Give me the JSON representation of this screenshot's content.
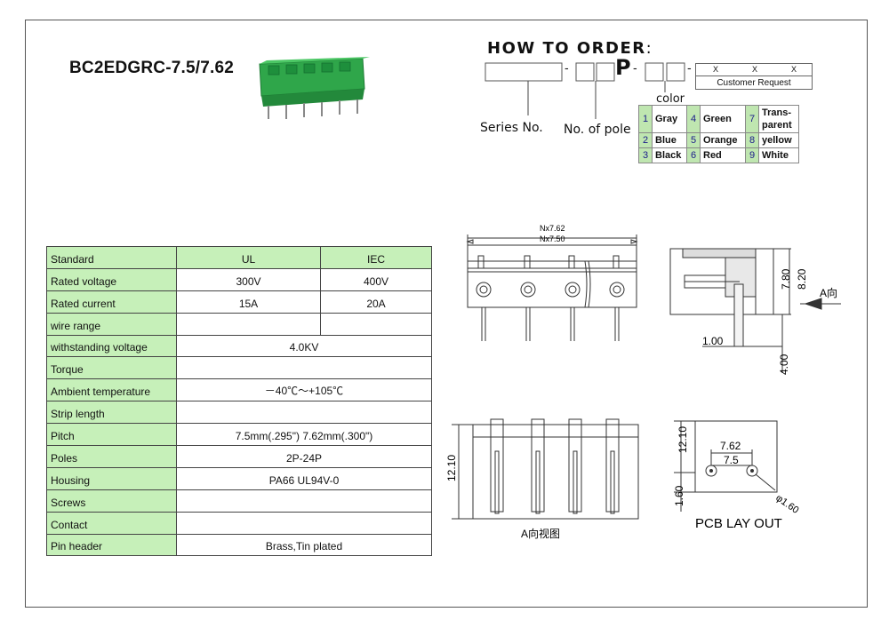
{
  "title": "BC2EDGRC-7.5/7.62",
  "how_to_order": {
    "heading": "HOW TO ORDER",
    "colon": ":",
    "p_letter": "P",
    "dash": "-",
    "series_label": "Series No.",
    "pole_label": "No. of pole",
    "color_label": "color",
    "customer_x": [
      "X",
      "X",
      "X"
    ],
    "customer_request": "Customer Request",
    "colors": [
      {
        "n1": "1",
        "c1": "Gray",
        "n2": "4",
        "c2": "Green",
        "n3": "7",
        "c3a": "Trans-",
        "c3b": "parent"
      },
      {
        "n1": "2",
        "c1": "Blue",
        "n2": "5",
        "c2": "Orange",
        "n3": "8",
        "c3": "yellow"
      },
      {
        "n1": "3",
        "c1": "Black",
        "n2": "6",
        "c2": "Red",
        "n3": "9",
        "c3": "White"
      }
    ]
  },
  "spec": {
    "rows": [
      {
        "key": "Standard",
        "ul": "UL",
        "iec": "IEC"
      },
      {
        "key": "Rated voltage",
        "ul": "300V",
        "iec": "400V"
      },
      {
        "key": "Rated current",
        "ul": "15A",
        "iec": "20A"
      },
      {
        "key": "wire range",
        "ul": "",
        "iec": ""
      },
      {
        "key": "withstanding voltage",
        "value": "4.0KV"
      },
      {
        "key": "Torque",
        "value": ""
      },
      {
        "key": "Ambient temperature",
        "value": "－40℃～+105℃"
      },
      {
        "key": "Strip length",
        "value": ""
      },
      {
        "key": "Pitch",
        "value": "7.5mm(.295\") 7.62mm(.300\")"
      },
      {
        "key": "Poles",
        "value": "2P-24P"
      },
      {
        "key": "Housing",
        "value": "PA66 UL94V-0"
      },
      {
        "key": "Screws",
        "value": ""
      },
      {
        "key": "Contact",
        "value": ""
      },
      {
        "key": "Pin header",
        "value": "Brass,Tin plated"
      }
    ]
  },
  "drawing": {
    "front_dim_top": "Nx7.62",
    "front_dim_bottom": "Nx7.50",
    "side_h1": "7.80",
    "side_h2": "8.20",
    "side_w": "1.00",
    "side_pin": "4.00",
    "side_arrow": "A向",
    "bottom_h": "12.10",
    "bottom_caption": "A向视图",
    "pcb_h1": "12.10",
    "pcb_h2": "1.60",
    "pcb_p1": "7.62",
    "pcb_p2": "7.5",
    "pcb_hole": "φ1.60",
    "pcb_caption": "PCB LAY OUT"
  },
  "colors": {
    "accent_green": "#c6f0b9",
    "product_green": "#2fa64a",
    "number_blue": "#1a1a8a"
  }
}
